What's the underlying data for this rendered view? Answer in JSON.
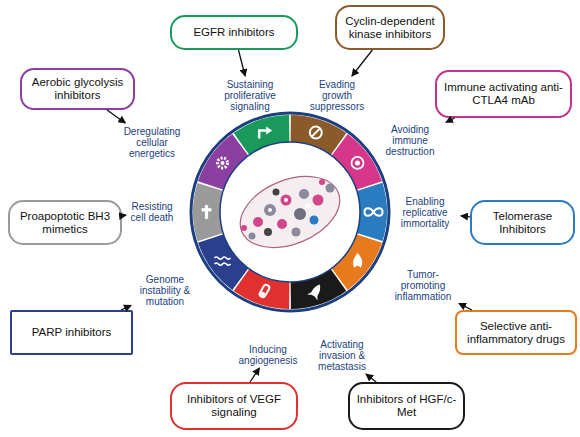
{
  "diagram": {
    "nodes": [
      {
        "text": [
          "EGFR inhibitors"
        ]
      },
      {
        "text": [
          "Cyclin-dependent kinase inhibitors"
        ]
      },
      {
        "text": [
          "Immune activating anti-CTLA4 mAb"
        ]
      },
      {
        "text": [
          "Telomerase Inhibitors"
        ]
      },
      {
        "text": [
          "Selective anti-inflammatory drugs"
        ]
      },
      {
        "text": [
          "Inhibitors of HGF/c-Met"
        ]
      },
      {
        "text": [
          "Inhibitors of VEGF signaling"
        ]
      },
      {
        "text": [
          "PARP inhibitors"
        ]
      },
      {
        "text": [
          "Proapoptotic BH3 mimetics"
        ]
      },
      {
        "text": [
          "Aerobic glycolysis inhibitors"
        ]
      },
      {
        "text": [
          "Sustaining proliferative signaling"
        ]
      },
      {
        "text": [
          "Evading growth suppressors"
        ]
      },
      {
        "text": [
          "Avoiding immune destruction"
        ]
      },
      {
        "text": [
          "Enabling replicative immortality"
        ]
      },
      {
        "text": [
          "Tumor-promoting inflammation"
        ]
      },
      {
        "text": [
          "Activating invasion & metastasis"
        ]
      },
      {
        "text": [
          "Inducing angiogenesis"
        ]
      },
      {
        "text": [
          "Genome instability & mutation"
        ]
      },
      {
        "text": [
          "Resisting cell death"
        ]
      },
      {
        "text": [
          "Deregulating cellular energetics"
        ]
      }
    ],
    "edges": [
      {
        "from": 0,
        "to": 10,
        "arrow": "to"
      },
      {
        "from": 1,
        "to": 11,
        "arrow": "to"
      },
      {
        "from": 2,
        "to": 12,
        "arrow": "to"
      },
      {
        "from": 3,
        "to": 13,
        "arrow": "to"
      },
      {
        "from": 4,
        "to": 14,
        "arrow": "to"
      },
      {
        "from": 5,
        "to": 15,
        "arrow": "to"
      },
      {
        "from": 6,
        "to": 16,
        "arrow": "to"
      },
      {
        "from": 7,
        "to": 17,
        "arrow": "to"
      },
      {
        "from": 8,
        "to": 18,
        "arrow": "to"
      },
      {
        "from": 9,
        "to": 19,
        "arrow": "to"
      }
    ]
  }
}
